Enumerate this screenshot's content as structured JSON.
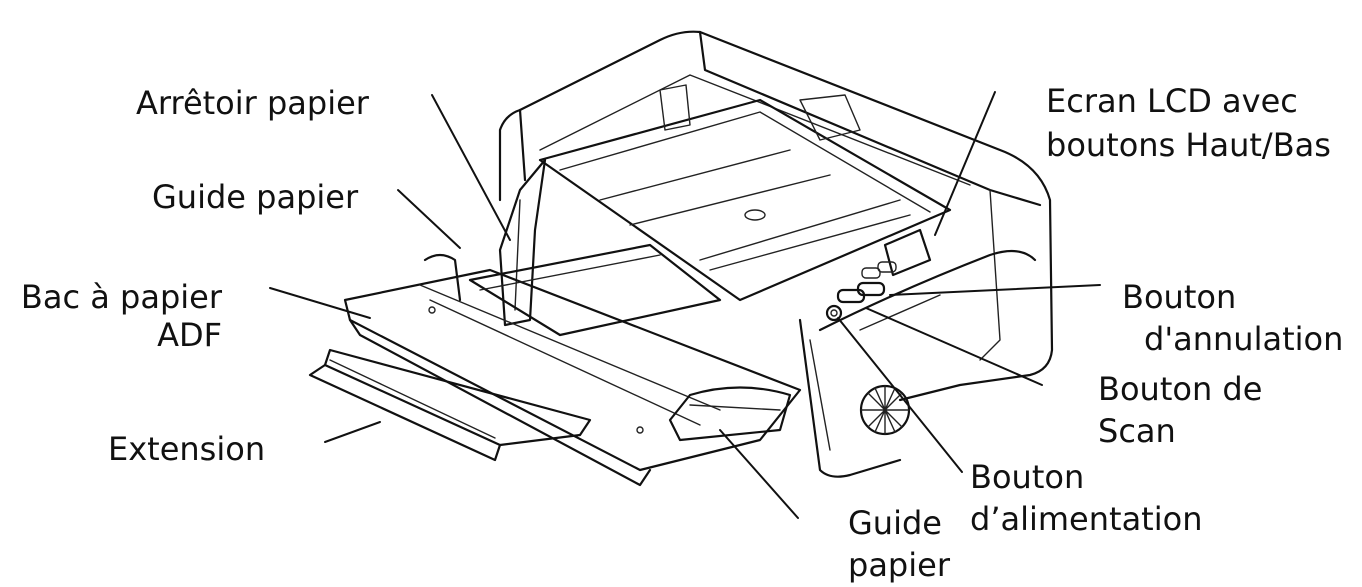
{
  "labels": {
    "stopper": "Arrêtoir papier",
    "guide_top": "Guide papier",
    "adf_tray_l1": "Bac à papier",
    "adf_tray_l2": "ADF",
    "extension": "Extension",
    "lcd_l1": "Ecran LCD avec",
    "lcd_l2": "boutons Haut/Bas",
    "cancel_l1": "Bouton",
    "cancel_l2": "d'annulation",
    "scan_l1": "Bouton de",
    "scan_l2": "Scan",
    "power_l1": "Bouton",
    "power_l2": "d’alimentation",
    "guide_bottom_l1": "Guide",
    "guide_bottom_l2": "papier"
  },
  "colors": {
    "ink": "#111111",
    "background": "#ffffff"
  }
}
